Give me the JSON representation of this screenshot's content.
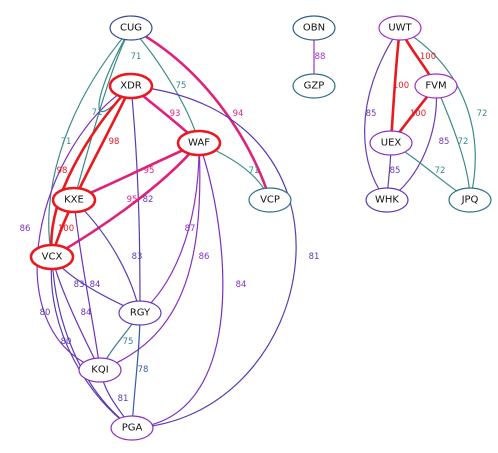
{
  "nodes": [
    {
      "id": "CUG",
      "label": "CUG",
      "color": "#3a4a9a",
      "strong": false
    },
    {
      "id": "XDR",
      "label": "XDR",
      "color": "#e8191f",
      "strong": true
    },
    {
      "id": "WAF",
      "label": "WAF",
      "color": "#e8191f",
      "strong": true
    },
    {
      "id": "KXE",
      "label": "KXE",
      "color": "#e8191f",
      "strong": true
    },
    {
      "id": "VCX",
      "label": "VCX",
      "color": "#e8191f",
      "strong": true
    },
    {
      "id": "VCP",
      "label": "VCP",
      "color": "#2f6f8a",
      "strong": false
    },
    {
      "id": "RGY",
      "label": "RGY",
      "color": "#6a3ab4",
      "strong": false
    },
    {
      "id": "KQI",
      "label": "KQI",
      "color": "#8a30c0",
      "strong": false
    },
    {
      "id": "PGA",
      "label": "PGA",
      "color": "#8a30c0",
      "strong": false
    },
    {
      "id": "OBN",
      "label": "OBN",
      "color": "#2f5f8a",
      "strong": false
    },
    {
      "id": "GZP",
      "label": "GZP",
      "color": "#2f6f8a",
      "strong": false
    },
    {
      "id": "UWT",
      "label": "UWT",
      "color": "#a030c8",
      "strong": false
    },
    {
      "id": "FVM",
      "label": "FVM",
      "color": "#a030c8",
      "strong": false
    },
    {
      "id": "UEX",
      "label": "UEX",
      "color": "#8a30c0",
      "strong": false
    },
    {
      "id": "WHK",
      "label": "WHK",
      "color": "#5a3ab4",
      "strong": false
    },
    {
      "id": "JPQ",
      "label": "JPQ",
      "color": "#2f6f8a",
      "strong": false
    }
  ],
  "edges": [
    {
      "source": "CUG",
      "target": "XDR",
      "weight": "71",
      "color": "#3a8a8a"
    },
    {
      "source": "CUG",
      "target": "KXE",
      "weight": "71",
      "color": "#3a8a8a"
    },
    {
      "source": "CUG",
      "target": "VCX",
      "weight": "71",
      "color": "#3a8a8a"
    },
    {
      "source": "CUG",
      "target": "WAF",
      "weight": "75",
      "color": "#3a8a8a"
    },
    {
      "source": "CUG",
      "target": "VCP",
      "weight": "94",
      "color": "#e0207a"
    },
    {
      "source": "XDR",
      "target": "WAF",
      "weight": "93",
      "color": "#e0207a"
    },
    {
      "source": "XDR",
      "target": "KXE",
      "weight": "98",
      "color": "#e8191f"
    },
    {
      "source": "XDR",
      "target": "VCX",
      "weight": "98",
      "color": "#e8191f"
    },
    {
      "source": "XDR",
      "target": "RGY",
      "weight": "82",
      "color": "#5a3ab4"
    },
    {
      "source": "XDR",
      "target": "KQI",
      "weight": "86",
      "color": "#7a30c0"
    },
    {
      "source": "XDR",
      "target": "PGA",
      "weight": "81",
      "color": "#5a3ab4"
    },
    {
      "source": "WAF",
      "target": "KXE",
      "weight": "95",
      "color": "#e0207a"
    },
    {
      "source": "WAF",
      "target": "VCX",
      "weight": "95",
      "color": "#e0207a"
    },
    {
      "source": "WAF",
      "target": "VCP",
      "weight": "71",
      "color": "#3a8a8a"
    },
    {
      "source": "WAF",
      "target": "RGY",
      "weight": "87",
      "color": "#8a30c0"
    },
    {
      "source": "WAF",
      "target": "KQI",
      "weight": "86",
      "color": "#8a30c0"
    },
    {
      "source": "WAF",
      "target": "PGA",
      "weight": "84",
      "color": "#7a30c0"
    },
    {
      "source": "KXE",
      "target": "VCX",
      "weight": "100",
      "color": "#e8191f"
    },
    {
      "source": "KXE",
      "target": "RGY",
      "weight": "83",
      "color": "#5a3ab4"
    },
    {
      "source": "KXE",
      "target": "KQI",
      "weight": "84",
      "color": "#6a30c0"
    },
    {
      "source": "VCX",
      "target": "RGY",
      "weight": "83",
      "color": "#5a3ab4"
    },
    {
      "source": "VCX",
      "target": "KQI",
      "weight": "84",
      "color": "#6a30c0"
    },
    {
      "source": "VCX",
      "target": "PGA",
      "weight": "80",
      "color": "#5a3ab4"
    },
    {
      "source": "VCX",
      "target": "PGA",
      "weight": "80",
      "color": "#5a3ab4"
    },
    {
      "source": "RGY",
      "target": "KQI",
      "weight": "75",
      "color": "#3a7a9a"
    },
    {
      "source": "RGY",
      "target": "PGA",
      "weight": "78",
      "color": "#3a5aa8"
    },
    {
      "source": "KQI",
      "target": "PGA",
      "weight": "81",
      "color": "#5a3ab4"
    },
    {
      "source": "OBN",
      "target": "GZP",
      "weight": "88",
      "color": "#a030c8"
    },
    {
      "source": "UWT",
      "target": "FVM",
      "weight": "100",
      "color": "#e8191f"
    },
    {
      "source": "UWT",
      "target": "UEX",
      "weight": "100",
      "color": "#e8191f"
    },
    {
      "source": "UWT",
      "target": "WHK",
      "weight": "85",
      "color": "#6a3ab4"
    },
    {
      "source": "UWT",
      "target": "JPQ",
      "weight": "72",
      "color": "#3a8a8a"
    },
    {
      "source": "FVM",
      "target": "UEX",
      "weight": "100",
      "color": "#e8191f"
    },
    {
      "source": "FVM",
      "target": "WHK",
      "weight": "85",
      "color": "#6a3ab4"
    },
    {
      "source": "FVM",
      "target": "JPQ",
      "weight": "72",
      "color": "#3a8a8a"
    },
    {
      "source": "UEX",
      "target": "WHK",
      "weight": "85",
      "color": "#6a3ab4"
    },
    {
      "source": "UEX",
      "target": "JPQ",
      "weight": "72",
      "color": "#3a8a8a"
    }
  ]
}
